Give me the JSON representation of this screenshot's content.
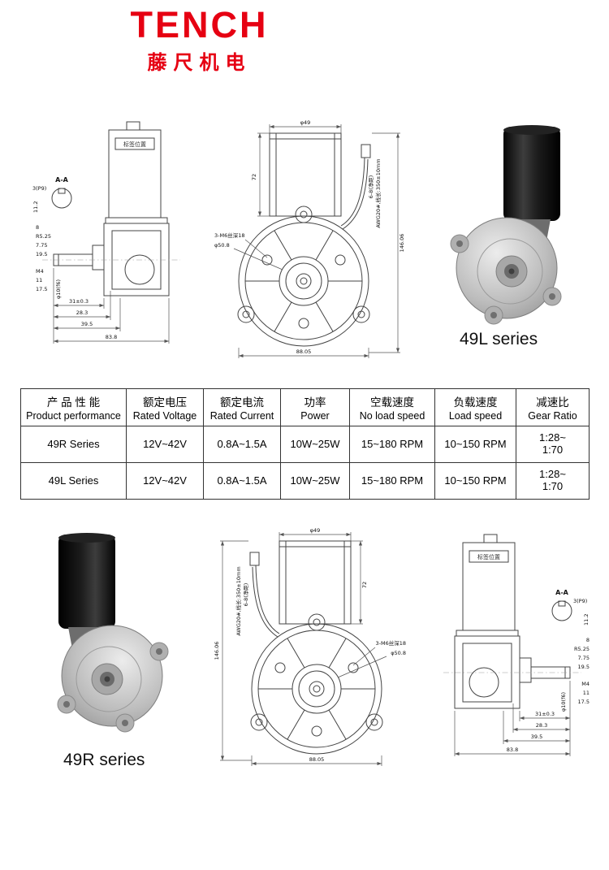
{
  "header": {
    "brand": "TENCH",
    "brand_cn": "藤尺机电"
  },
  "sections": {
    "top_series_label": "49L series",
    "bottom_series_label": "49R series"
  },
  "side_view": {
    "label_box": "标签位置",
    "section_mark": "A-A",
    "key_dim": "3(P9)",
    "key_h": "11.2",
    "d_8": "8",
    "d_r525": "R5.25",
    "d_775": "7.75",
    "d_195": "19.5",
    "d_m4": "M4",
    "d_11": "11",
    "d_175": "17.5",
    "d_31": "31±0.3",
    "d_283": "28.3",
    "d_395": "39.5",
    "d_838": "83.8",
    "d_shaft": "φ10(f6)"
  },
  "front_view": {
    "d_dia": "φ49",
    "d_len": "72",
    "d_height": "146.06",
    "d_width": "88.05",
    "d_pilot": "φ50.8",
    "d_holes": "3-M6丝深18",
    "d_wire": "AWG20#,线长:350±10mm",
    "d_wire_gap": "6-8(净距)"
  },
  "table": {
    "headers": [
      {
        "cn": "产 品 性 能",
        "en": "Product performance"
      },
      {
        "cn": "额定电压",
        "en": "Rated Voltage"
      },
      {
        "cn": "额定电流",
        "en": "Rated Current"
      },
      {
        "cn": "功率",
        "en": "Power"
      },
      {
        "cn": "空载速度",
        "en": "No load speed"
      },
      {
        "cn": "负载速度",
        "en": "Load speed"
      },
      {
        "cn": "减速比",
        "en": "Gear Ratio"
      }
    ],
    "rows": [
      {
        "model": "49R Series",
        "voltage": "12V~42V",
        "current": "0.8A~1.5A",
        "power": "10W~25W",
        "no_load": "15~180 RPM",
        "load": "10~150 RPM",
        "ratio": "1:28~\n1:70"
      },
      {
        "model": "49L Series",
        "voltage": "12V~42V",
        "current": "0.8A~1.5A",
        "power": "10W~25W",
        "no_load": "15~180 RPM",
        "load": "10~150 RPM",
        "ratio": "1:28~\n1:70"
      }
    ]
  }
}
